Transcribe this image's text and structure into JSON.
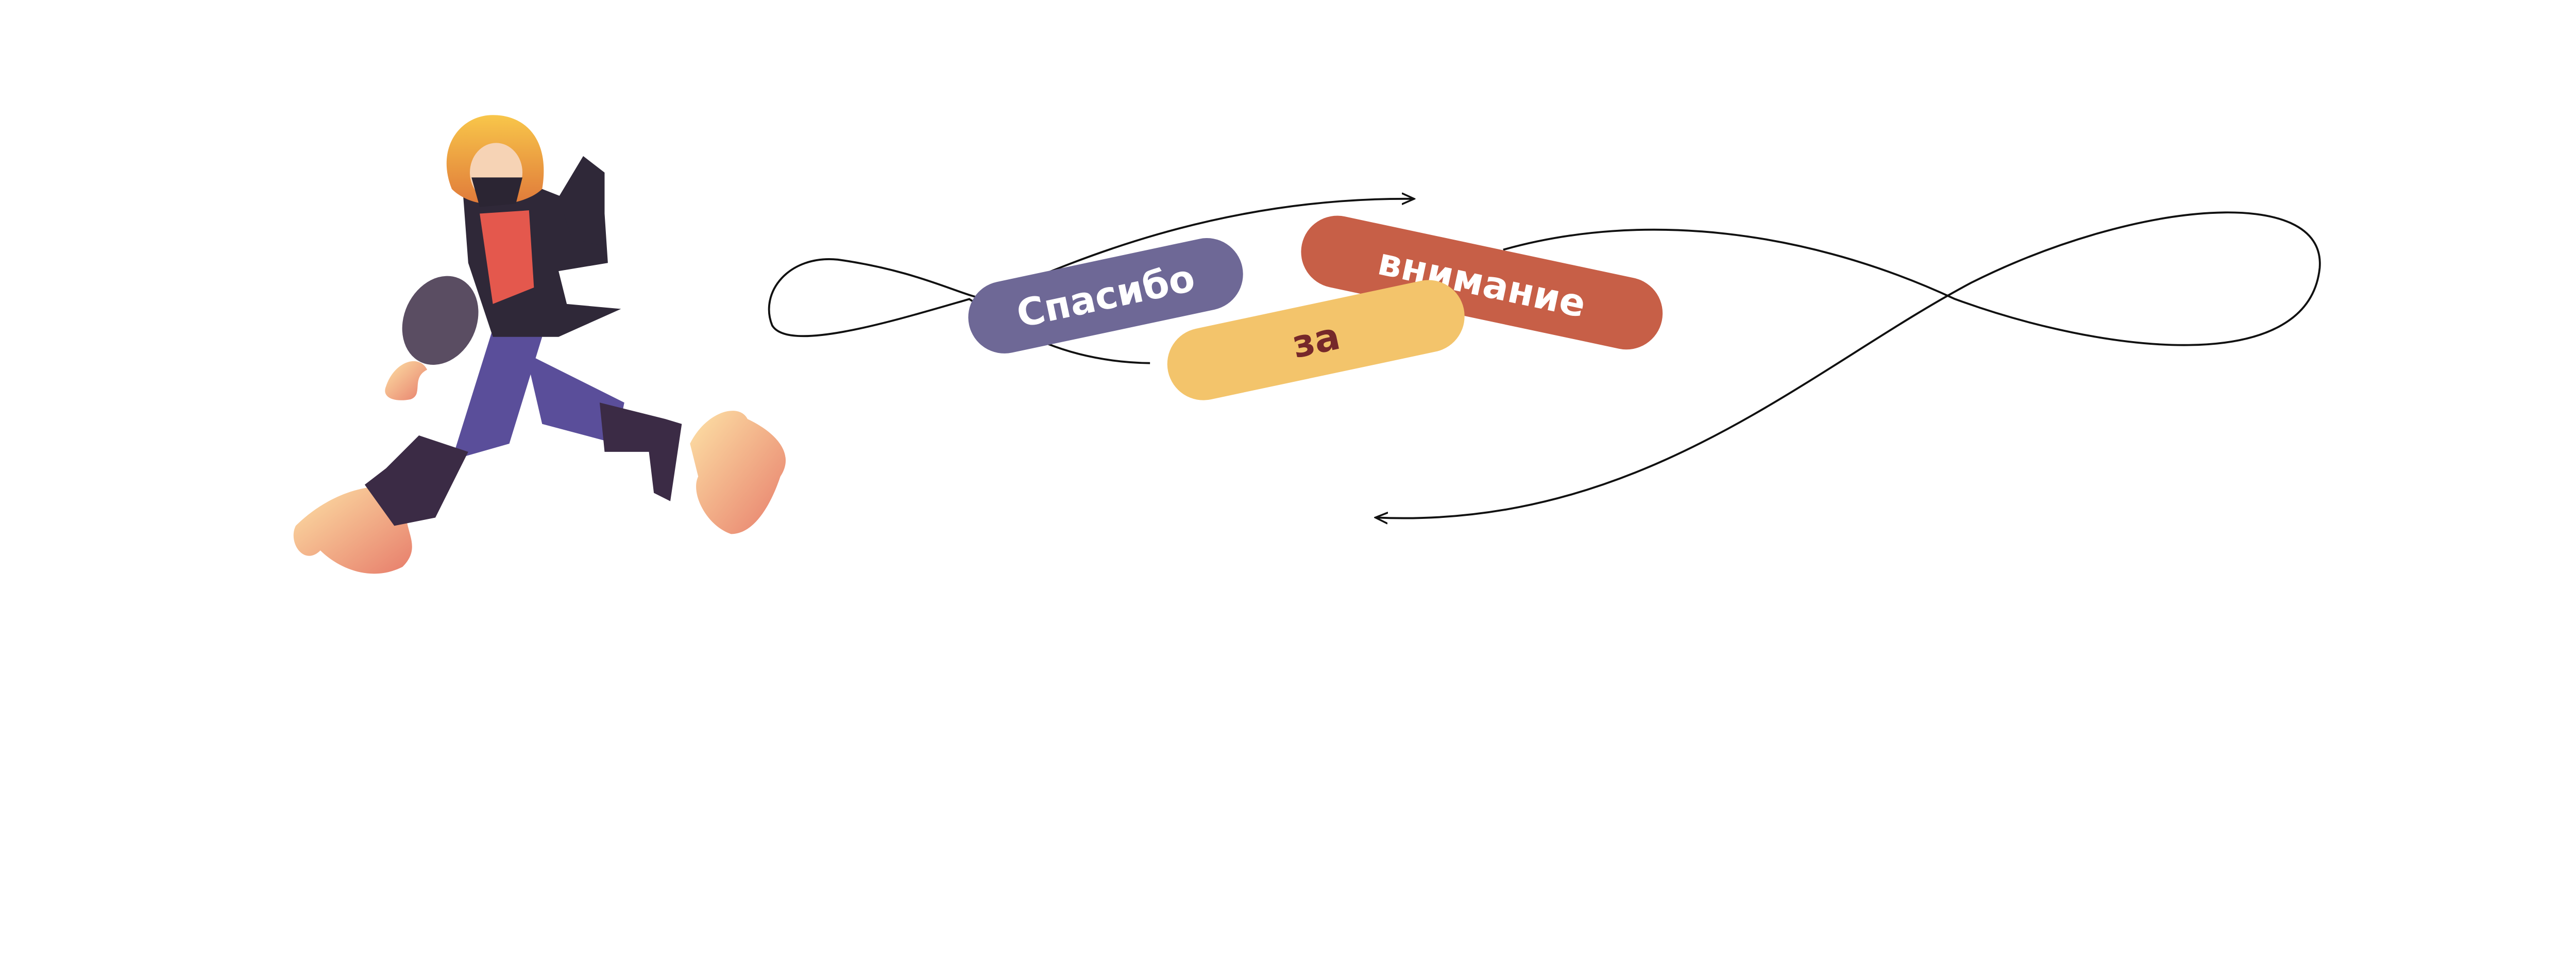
{
  "slide": {
    "words": {
      "first": "Спасибо",
      "second": "за",
      "third": "внимание"
    }
  },
  "colors": {
    "background": "#ffffff",
    "pill_first": "#6e6896",
    "pill_second": "#f3c46b",
    "pill_third": "#c75f47",
    "text_light": "#ffffff",
    "text_dark": "#76282a",
    "line": "#111111"
  },
  "illustration": {
    "icon": "running-character-illustration"
  }
}
